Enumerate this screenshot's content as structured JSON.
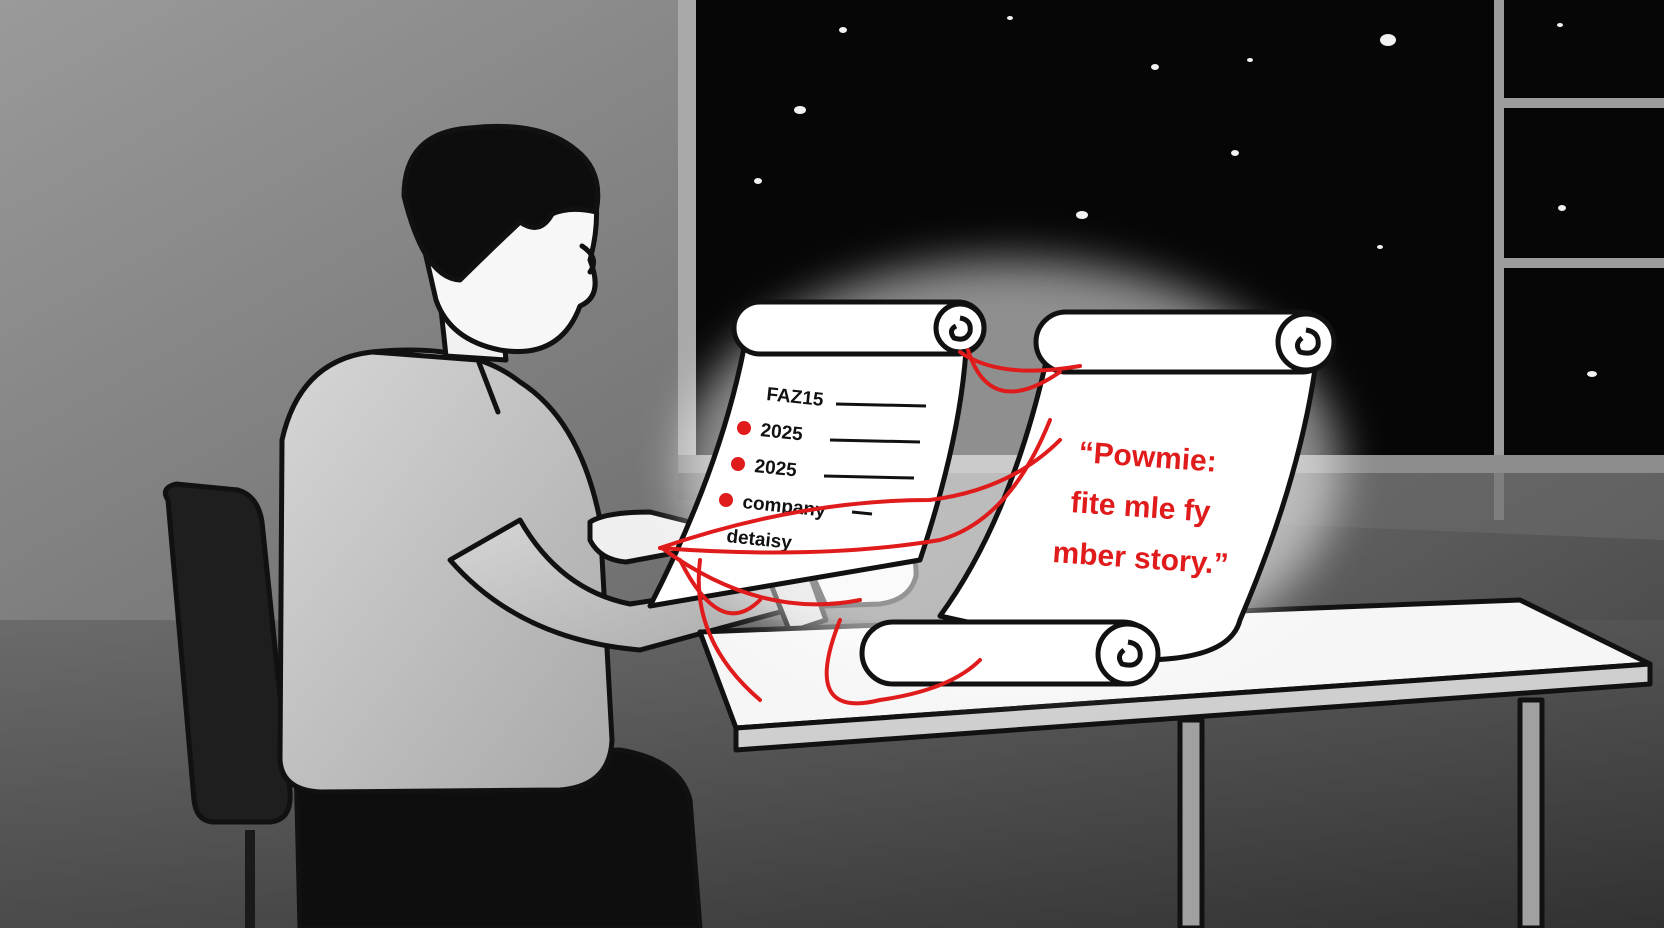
{
  "colors": {
    "accent_red": "#e01b1b",
    "wall_light": "#8a8a8a",
    "wall_dark": "#1a1a1a",
    "night_sky": "#050505",
    "paper": "#ffffff",
    "shirt": "#c8c8c8",
    "outline": "#111111"
  },
  "left_scroll": {
    "lines": [
      {
        "text": "FAZ15",
        "bullet": false
      },
      {
        "text": "2025",
        "bullet": true
      },
      {
        "text": "2025",
        "bullet": true
      },
      {
        "text": "company",
        "bullet": true
      },
      {
        "text": "detaisy",
        "bullet": false
      }
    ]
  },
  "right_scroll": {
    "quote_lines": [
      "“Powmie:",
      "fite mle fy",
      "mber story.”"
    ]
  },
  "icons": [
    "stars",
    "window",
    "chair",
    "desk",
    "pen",
    "person",
    "red-threads"
  ]
}
